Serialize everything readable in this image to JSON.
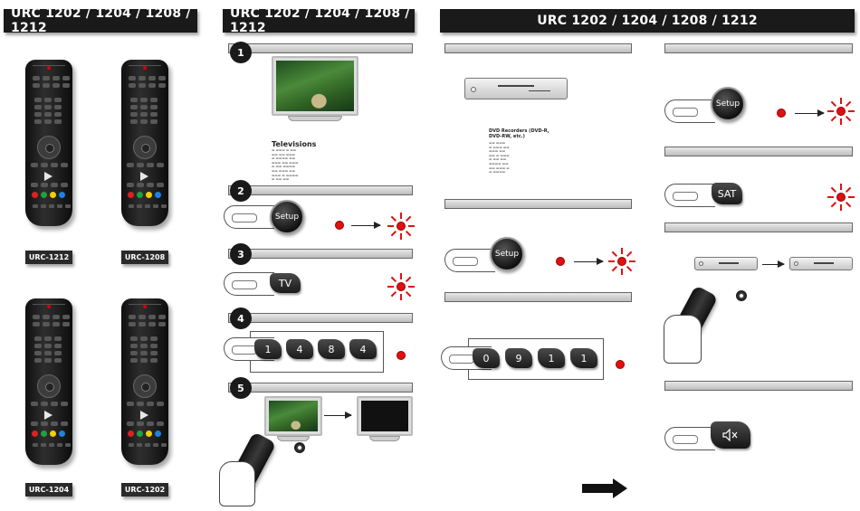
{
  "headers": {
    "panel1": "URC 1202 / 1204 / 1208 / 1212",
    "panel2": "URC 1202 / 1204 / 1208 / 1212",
    "panel3": "URC 1202 / 1204 / 1208 / 1212"
  },
  "remotes": [
    {
      "label": "URC-1212"
    },
    {
      "label": "URC-1208"
    },
    {
      "label": "URC-1204"
    },
    {
      "label": "URC-1202"
    }
  ],
  "steps": {
    "s1": "1",
    "s2": "2",
    "s3": "3",
    "s4": "4",
    "s5": "5"
  },
  "buttons": {
    "setup": "Setup",
    "tv": "TV",
    "sat": "SAT",
    "code_a": [
      "1",
      "4",
      "8",
      "4"
    ],
    "code_b": [
      "0",
      "9",
      "1",
      "1"
    ]
  },
  "code_list": {
    "tv_title": "Televisions",
    "dvd_title": "DVD Recorders (DVD-R, DVD-RW, etc.)"
  },
  "colors": {
    "led_red": "#e01010",
    "header_bg": "#1a1a1a",
    "key_red": "#e02020",
    "key_green": "#20a040",
    "key_yellow": "#f0d000",
    "key_blue": "#2080e0"
  }
}
